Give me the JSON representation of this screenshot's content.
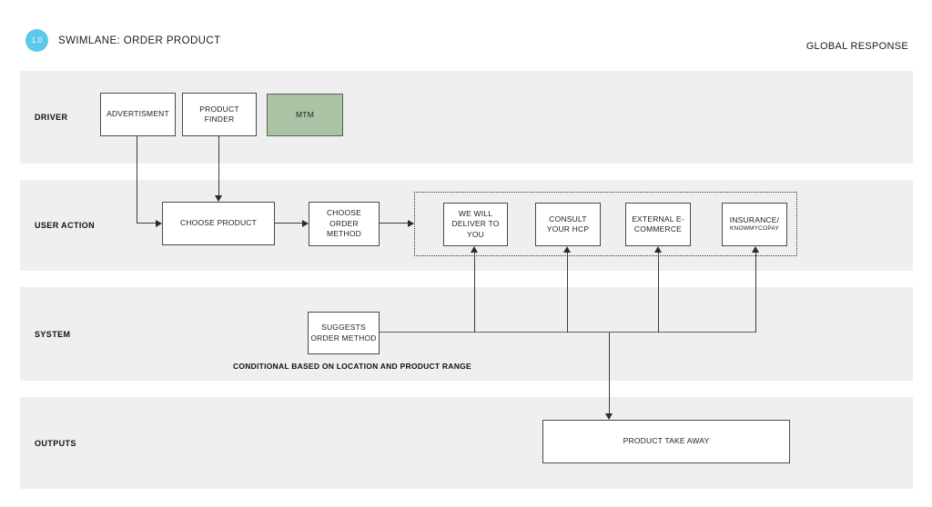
{
  "header": {
    "badge": "1.0",
    "title": "SWIMLANE: ORDER PRODUCT",
    "right_label": "GLOBAL RESPONSE"
  },
  "lanes": [
    {
      "label": "DRIVER"
    },
    {
      "label": "USER ACTION"
    },
    {
      "label": "SYSTEM"
    },
    {
      "label": "OUTPUTS"
    }
  ],
  "nodes": {
    "advertisment": {
      "label": "ADVERTISMENT"
    },
    "product_finder": {
      "label": "PRODUCT FINDER"
    },
    "mtm": {
      "label": "MTM"
    },
    "choose_product": {
      "label": "CHOOSE PRODUCT"
    },
    "choose_order_method": {
      "label": "CHOOSE ORDER METHOD"
    },
    "we_will_deliver": {
      "label": "WE WILL DELIVER TO YOU"
    },
    "consult_hcp": {
      "label": "CONSULT YOUR HCP"
    },
    "external_ecommerce": {
      "label": "EXTERNAL E-COMMERCE"
    },
    "insurance": {
      "label_line1": "INSURANCE/",
      "label_line2": "KNOWMYCOPAY"
    },
    "suggests_order_method": {
      "label": "SUGGESTS ORDER METHOD"
    },
    "product_take_away": {
      "label": "PRODUCT TAKE AWAY"
    }
  },
  "annotations": {
    "conditional_note": "CONDITIONAL BASED ON LOCATION AND PRODUCT RANGE"
  },
  "colors": {
    "lane_background": "#efefef",
    "badge_blue": "#5ec8e9",
    "mtm_green": "#abc2a5",
    "box_border": "#4a4a4a",
    "connector": "#3c3c3c"
  }
}
